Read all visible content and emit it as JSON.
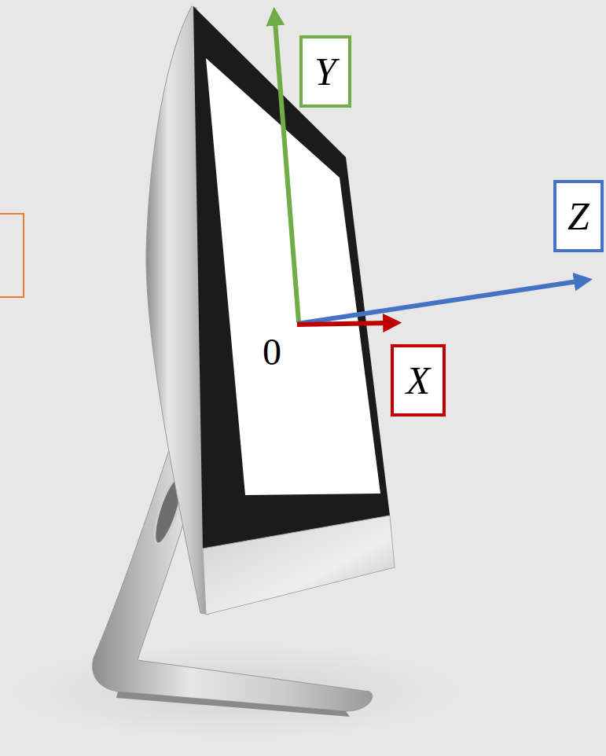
{
  "diagram": {
    "nodes": [
      {
        "text": [
          "Y"
        ]
      },
      {
        "text": [
          "Z"
        ]
      },
      {
        "text": [
          "X"
        ]
      }
    ],
    "labels": [
      "0"
    ]
  }
}
